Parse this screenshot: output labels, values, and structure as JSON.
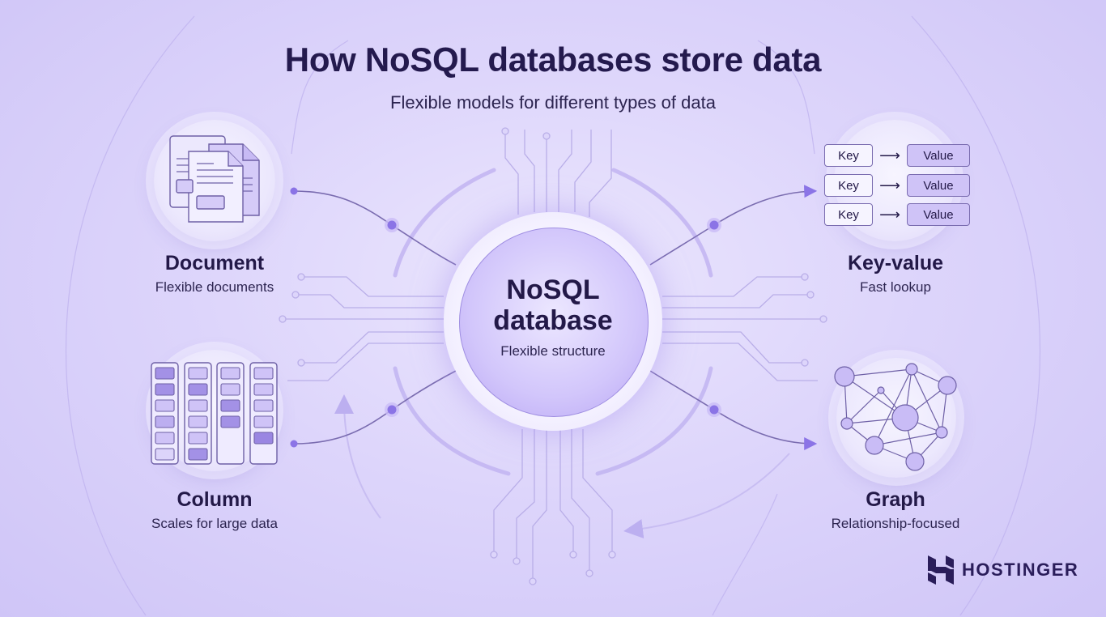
{
  "header": {
    "title": "How NoSQL databases store data",
    "subtitle": "Flexible models for different types of data"
  },
  "center": {
    "title_line1": "NoSQL",
    "title_line2": "database",
    "subtitle": "Flexible structure"
  },
  "models": [
    {
      "id": "document",
      "title": "Document",
      "subtitle": "Flexible documents",
      "icon": "documents-icon"
    },
    {
      "id": "key-value",
      "title": "Key-value",
      "subtitle": "Fast lookup",
      "icon": "key-value-icon",
      "pairs": [
        {
          "key": "Key",
          "arrow": "⟶",
          "value": "Value"
        },
        {
          "key": "Key",
          "arrow": "⟶",
          "value": "Value"
        },
        {
          "key": "Key",
          "arrow": "⟶",
          "value": "Value"
        }
      ]
    },
    {
      "id": "column",
      "title": "Column",
      "subtitle": "Scales for large data",
      "icon": "columns-icon"
    },
    {
      "id": "graph",
      "title": "Graph",
      "subtitle": "Relationship-focused",
      "icon": "graph-network-icon"
    }
  ],
  "brand": {
    "name": "HOSTINGER"
  },
  "colors": {
    "background": "#ddd5fb",
    "text_dark": "#231948",
    "accent": "#8b74e6",
    "line": "#7a6cb0",
    "trace": "#b9aee8"
  }
}
